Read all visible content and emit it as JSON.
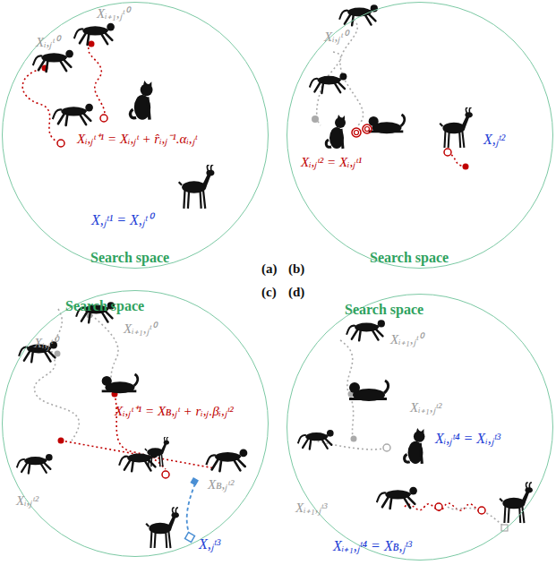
{
  "diagram": {
    "nodes": [
      {
        "text": [
          "Search space"
        ]
      },
      {
        "text": [
          "Search space"
        ]
      },
      {
        "text": [
          "Search space"
        ]
      },
      {
        "text": [
          "Search space"
        ]
      }
    ],
    "labels": [
      "Xᵢ₊₁,ⱼᵗ⁰",
      "Xᵢ,ⱼᵗ⁰",
      "Xᵢ,ⱼᵗ⁺¹ = Xᵢ,ⱼᵗ + r̂ᵢ,ⱼ⁻¹.αᵢ,ⱼᵗ",
      "X,ⱼᵗ¹ = X,ⱼᵗ⁰",
      "Xᵢ,ⱼᵗ⁰",
      "Xᵢ,ⱼᵗ² = Xᵢ,ⱼᵗ¹",
      "X,ⱼᵗ²",
      "(a)",
      "(b)",
      "(c)",
      "(d)",
      "Xᵢ,ⱼᵗ⁰",
      "Xᵢ₊₁,ⱼᵗ⁰",
      "Xᵢ,ⱼᵗ⁺¹ = Xʙ,ⱼᵗ + rᵢ,ⱼ.βᵢ,ⱼᵗ²",
      "Xᵢ,ⱼᵗ²",
      "Xʙ,ⱼᵗ²",
      "X,ⱼᵗ³",
      "Xᵢ₊₁,ⱼᵗ⁰",
      "Xᵢ₊₁,ⱼᵗ²",
      "Xᵢ,ⱼᵗ⁴ = Xᵢ,ⱼᵗ³",
      "Xᵢ₊₁,ⱼᵗ³",
      "Xᵢ₊₁,ⱼᵗ⁴ = Xʙ,ⱼᵗ³"
    ]
  }
}
